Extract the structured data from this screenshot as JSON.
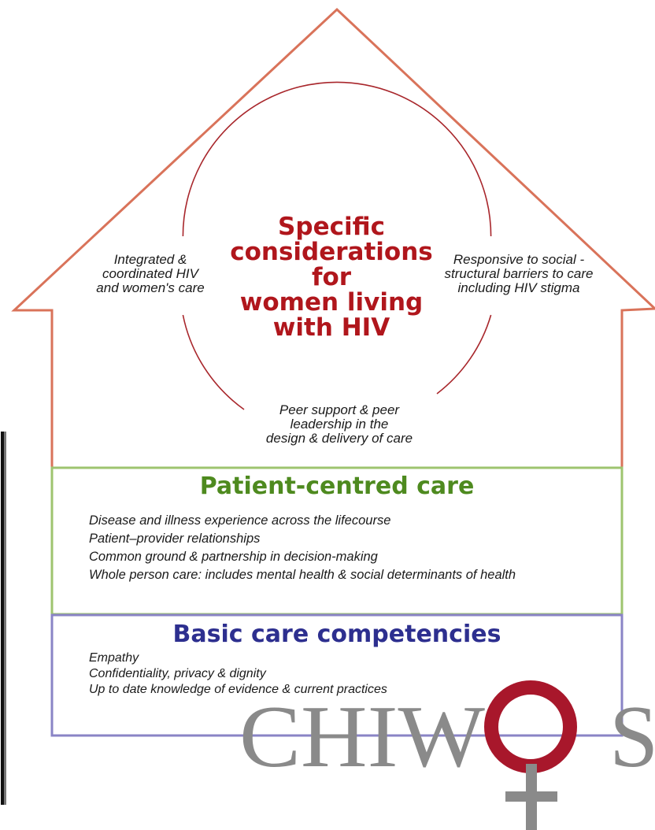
{
  "center_title": [
    "Specific",
    "considerations",
    "for",
    "women living",
    "with HIV"
  ],
  "left_label": [
    "Integrated &",
    "coordinated HIV",
    "and women's care"
  ],
  "right_label": [
    "Responsive to social -",
    "structural barriers to care",
    "including HIV stigma"
  ],
  "bottom_label": [
    "Peer support & peer",
    "leadership in the",
    "design & delivery of care"
  ],
  "patient_centred": {
    "title": "Patient-centred care",
    "items": [
      "Disease and illness experience across the lifecourse",
      "Patient–provider relationships",
      "Common ground & partnership in decision-making",
      "Whole person care: includes mental health & social determinants of health"
    ]
  },
  "basic_care": {
    "title": "Basic care competencies",
    "items": [
      "Empathy",
      "Confidentiality, privacy & dignity",
      "Up to date knowledge of evidence & current practices"
    ]
  },
  "logo": {
    "text_left": "CHIW",
    "text_right": "S"
  },
  "colors": {
    "roof": "#d9735a",
    "circle": "#a8262b",
    "center_title": "#b0161c",
    "patient_centred_border": "#9ec46f",
    "patient_centred_title": "#4e8a1f",
    "basic_care_border": "#8a84c6",
    "basic_care_title": "#2d2f8f",
    "logo_grey": "#8a8a8a",
    "logo_red": "#a8172b"
  }
}
